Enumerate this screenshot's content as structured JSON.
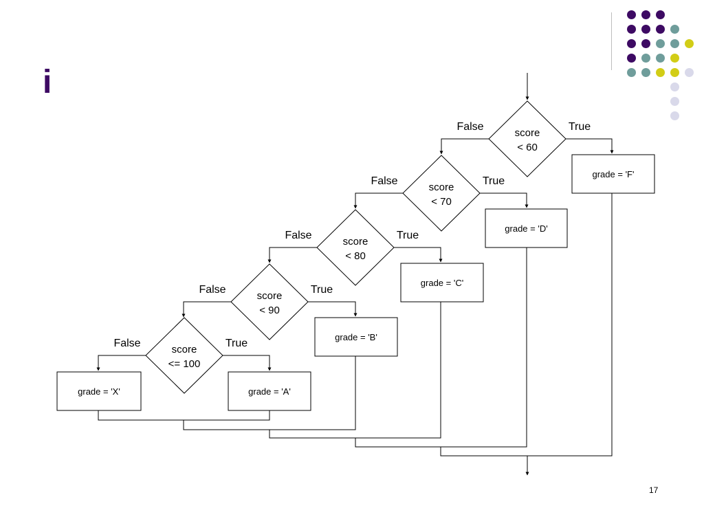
{
  "slide": {
    "title": "i",
    "page_number": "17",
    "colors": {
      "purple": "#3d0a63",
      "teal": "#6f9d9b",
      "yellow": "#d2cd16",
      "lavender": "#d9d9ea",
      "line": "#000000"
    }
  },
  "decoration": {
    "dot_grid": [
      [
        "purple",
        "purple",
        "purple"
      ],
      [
        "purple",
        "purple",
        "purple",
        "teal"
      ],
      [
        "purple",
        "purple",
        "teal",
        "teal",
        "yellow"
      ],
      [
        "purple",
        "teal",
        "teal",
        "yellow"
      ],
      [
        "teal",
        "teal",
        "yellow",
        "yellow",
        "lavender"
      ],
      [
        "lavender"
      ],
      [
        "lavender"
      ],
      [
        "lavender"
      ]
    ]
  },
  "flowchart": {
    "decisions": [
      {
        "id": "d60",
        "line1": "score",
        "line2": "< 60",
        "false_label": "False",
        "true_label": "True"
      },
      {
        "id": "d70",
        "line1": "score",
        "line2": "< 70",
        "false_label": "False",
        "true_label": "True"
      },
      {
        "id": "d80",
        "line1": "score",
        "line2": "< 80",
        "false_label": "False",
        "true_label": "True"
      },
      {
        "id": "d90",
        "line1": "score",
        "line2": "< 90",
        "false_label": "False",
        "true_label": "True"
      },
      {
        "id": "d100",
        "line1": "score",
        "line2": "<= 100",
        "false_label": "False",
        "true_label": "True"
      }
    ],
    "processes": [
      {
        "id": "pF",
        "label": "grade = 'F'"
      },
      {
        "id": "pD",
        "label": "grade = 'D'"
      },
      {
        "id": "pC",
        "label": "grade = 'C'"
      },
      {
        "id": "pB",
        "label": "grade = 'B'"
      },
      {
        "id": "pA",
        "label": "grade = 'A'"
      },
      {
        "id": "pX",
        "label": "grade = 'X'"
      }
    ]
  }
}
